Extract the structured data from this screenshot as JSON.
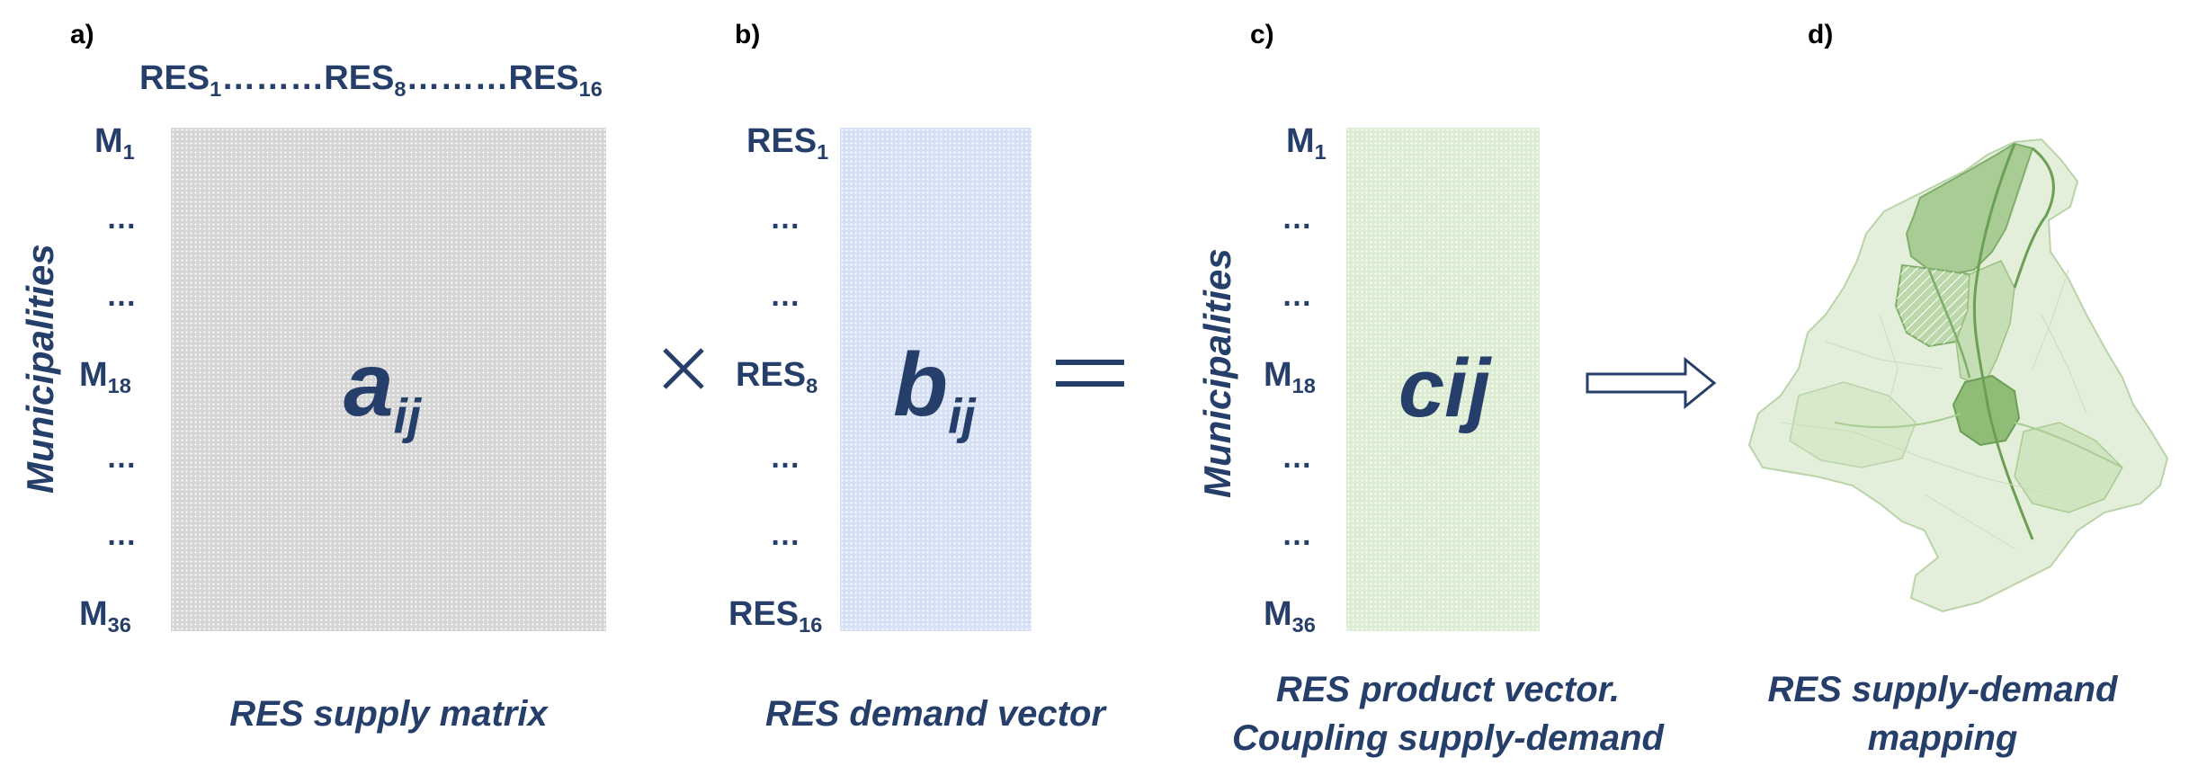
{
  "panels": {
    "a": {
      "letter": "a)",
      "col_labels": {
        "first": "RES",
        "first_sub": "1",
        "dots1": "………",
        "mid": "RES",
        "mid_sub": "8",
        "dots2": "………",
        "last": "RES",
        "last_sub": "16"
      },
      "rows": [
        {
          "main": "M",
          "sub": "1"
        },
        {
          "main": "…"
        },
        {
          "main": "…"
        },
        {
          "main": "M",
          "sub": "18"
        },
        {
          "main": "…"
        },
        {
          "main": "…"
        },
        {
          "main": "M",
          "sub": "36"
        }
      ],
      "axis_label": "Municipalities",
      "symbol": "a",
      "symbol_sub": "ij",
      "caption": "RES supply matrix"
    },
    "b": {
      "letter": "b)",
      "rows": [
        {
          "main": "RES",
          "sub": "1"
        },
        {
          "main": "…"
        },
        {
          "main": "…"
        },
        {
          "main": "RES",
          "sub": "8"
        },
        {
          "main": "…"
        },
        {
          "main": "…"
        },
        {
          "main": "RES",
          "sub": "16"
        }
      ],
      "symbol": "b",
      "symbol_sub": "ij",
      "caption": "RES demand vector"
    },
    "c": {
      "letter": "c)",
      "rows": [
        {
          "main": "M",
          "sub": "1"
        },
        {
          "main": "…"
        },
        {
          "main": "…"
        },
        {
          "main": "M",
          "sub": "18"
        },
        {
          "main": "…"
        },
        {
          "main": "…"
        },
        {
          "main": "M",
          "sub": "36"
        }
      ],
      "axis_label": "Municipalities",
      "symbol": "cij",
      "caption_line1": "RES product vector.",
      "caption_line2": "Coupling supply-demand"
    },
    "d": {
      "letter": "d)",
      "caption_line1": "RES supply-demand",
      "caption_line2": "mapping"
    }
  },
  "operators": {
    "multiply": "×",
    "equals": "="
  },
  "colors": {
    "text": "#263f6a",
    "matrix_a": "#d5d5d5",
    "vector_b": "#d6e0f4",
    "vector_c": "#dcecd2",
    "map_green": "#7fae6a"
  }
}
